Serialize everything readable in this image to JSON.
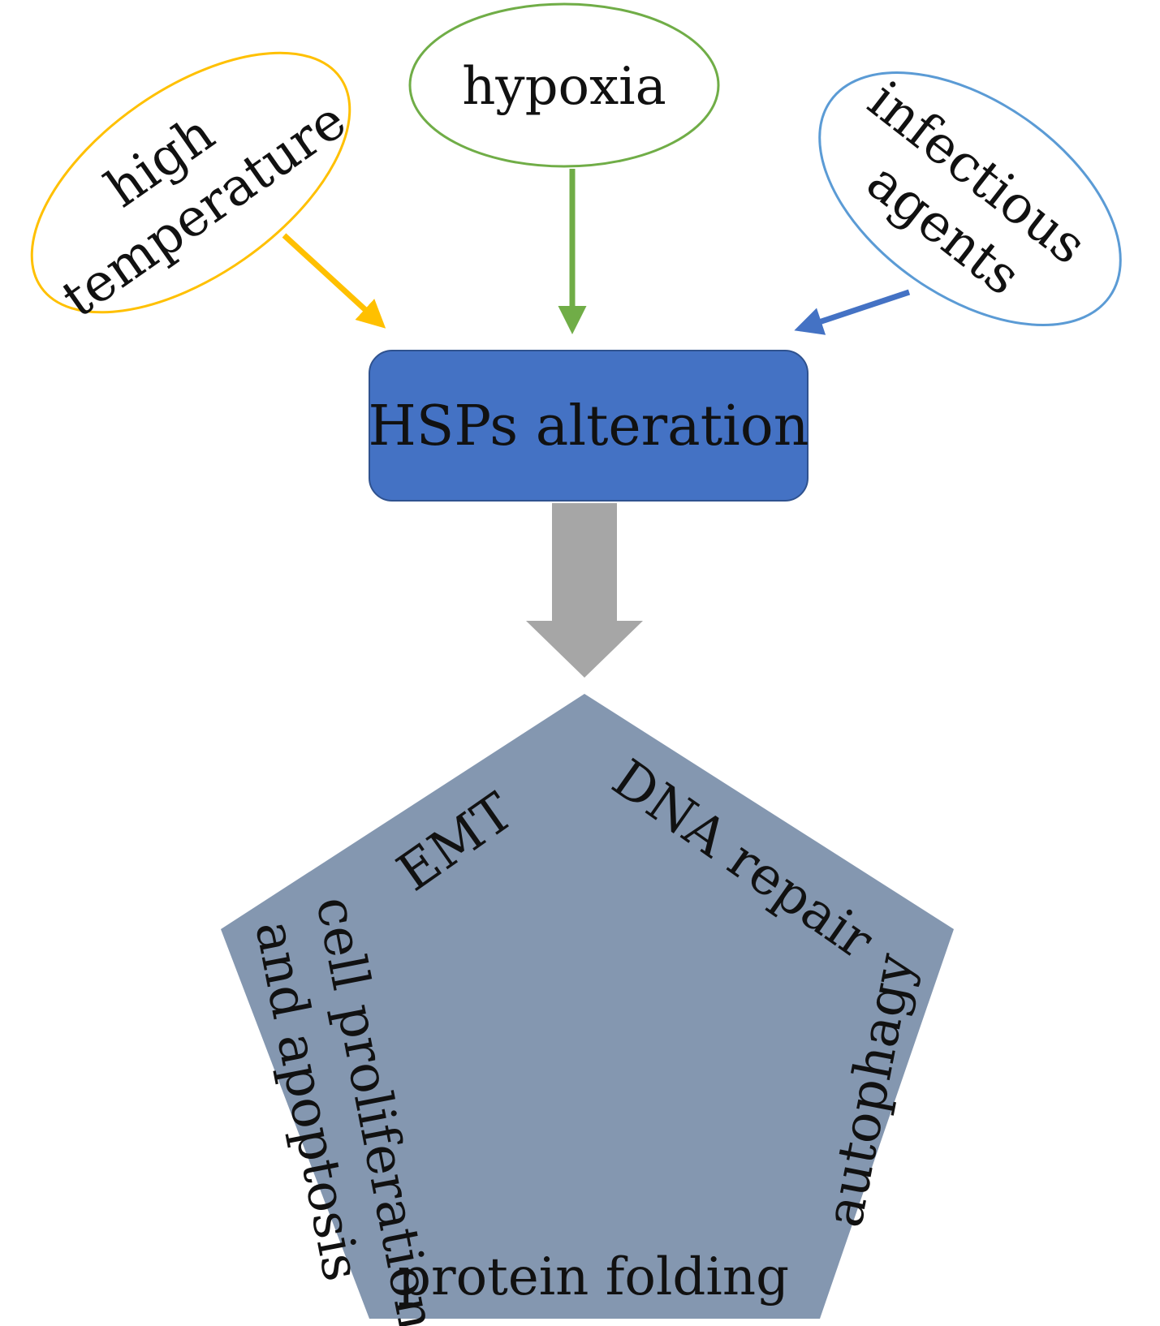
{
  "causes": {
    "high_temperature": {
      "lines": [
        "high",
        "temperature"
      ],
      "color": "#FFC000"
    },
    "hypoxia": {
      "lines": [
        "hypoxia"
      ],
      "color": "#70AD47"
    },
    "infectious_agents": {
      "lines": [
        "infectious",
        "agents"
      ],
      "color": "#5B9BD5"
    }
  },
  "center": {
    "label": "HSPs alteration",
    "fill": "#4472C4"
  },
  "big_arrow": {
    "fill": "#A6A6A6"
  },
  "effects": {
    "fill": "#8497B0",
    "emt": "EMT",
    "dna_repair": "DNA repair",
    "autophagy": "autophagy",
    "protein_folding": "protein folding",
    "cell_proliferation": "cell proliferation",
    "and_apoptosis": "and apoptosis"
  }
}
